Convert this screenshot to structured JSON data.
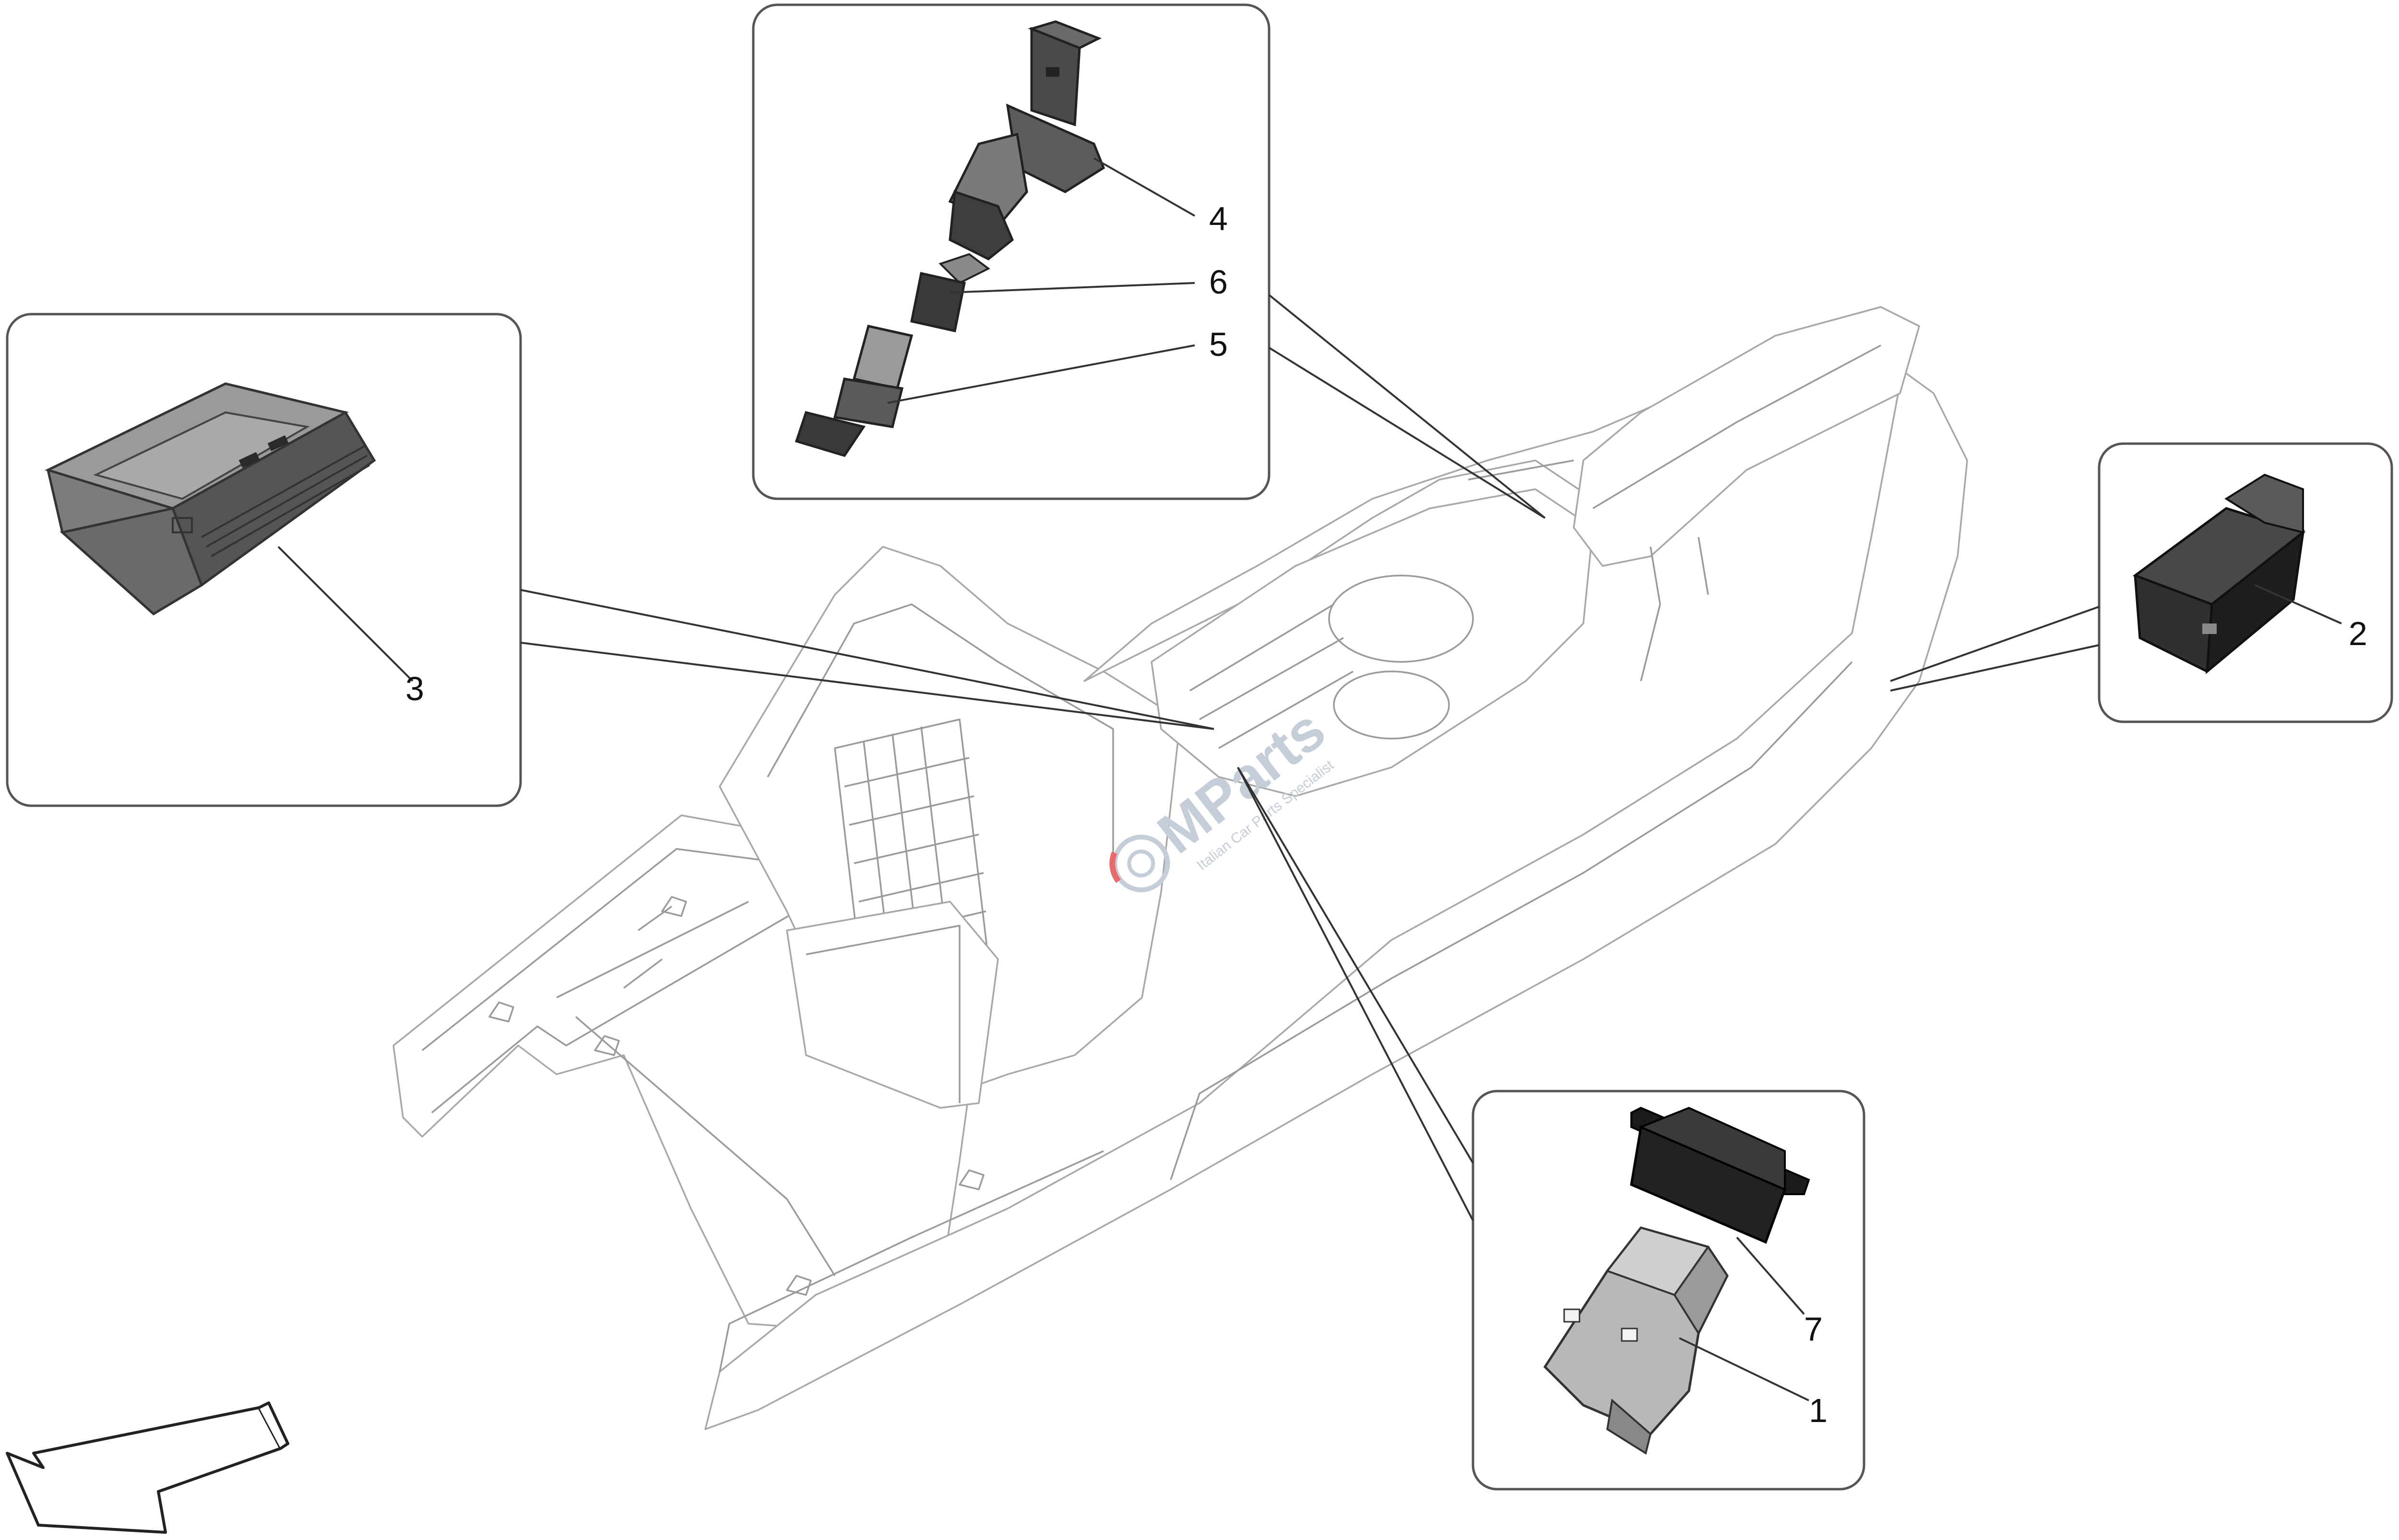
{
  "diagram": {
    "callouts": [
      {
        "id": "1",
        "label": "1"
      },
      {
        "id": "2",
        "label": "2"
      },
      {
        "id": "3",
        "label": "3"
      },
      {
        "id": "4",
        "label": "4"
      },
      {
        "id": "5",
        "label": "5"
      },
      {
        "id": "6",
        "label": "6"
      },
      {
        "id": "7",
        "label": "7"
      }
    ],
    "watermark": {
      "brand": "MParts",
      "tagline": "Italian Car Parts Specialist"
    },
    "colors": {
      "part_dark": "#2f2f2f",
      "part_mid": "#6a6a6a",
      "part_light": "#bdbdbd",
      "line": "#9a9a9a",
      "frame": "#555555",
      "watermark": "#c4cdd8",
      "watermark_accent": "#e86a6a"
    },
    "icons": [
      "direction-arrow-icon",
      "watermark-logo-icon"
    ]
  }
}
